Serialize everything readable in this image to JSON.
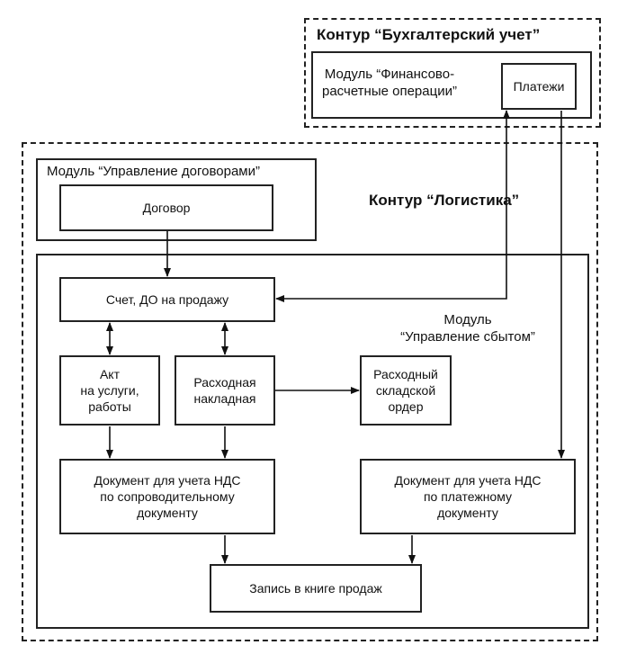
{
  "contours": {
    "accounting": "Контур “Бухгалтерский учет”",
    "logistics": "Контур “Логистика”"
  },
  "modules": {
    "finance": "Модуль “Финансово-\nрасчетные операции”",
    "contracts": "Модуль “Управление договорами”",
    "sales": "Модуль\n“Управление сбытом”"
  },
  "boxes": {
    "payments": "Платежи",
    "contract": "Договор",
    "invoice": "Счет, ДО на продажу",
    "act": "Акт\nна услуги,\nработы",
    "waybill": "Расходная\nнакладная",
    "warehouse_order": "Расходный\nскладской\nордер",
    "vat_doc_accompanying": "Документ для учета НДС\nпо сопроводительному\nдокументу",
    "vat_doc_payment": "Документ для учета НДС\nпо платежному\nдокументу",
    "sales_book": "Запись в книге продаж"
  }
}
